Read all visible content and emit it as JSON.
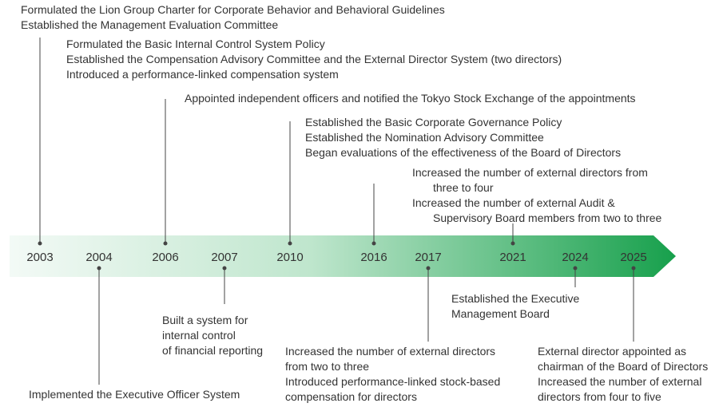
{
  "years": [
    "2003",
    "2004",
    "2006",
    "2007",
    "2010",
    "2016",
    "2017",
    "2021",
    "2024",
    "2025"
  ],
  "events": {
    "e2003": [
      "Formulated the Lion Group Charter for Corporate Behavior and Behavioral Guidelines",
      "Established the Management Evaluation Committee"
    ],
    "e2004": [
      "Implemented the Executive Officer System"
    ],
    "e2006": [
      "Formulated the Basic Internal Control System Policy",
      "Established the Compensation Advisory Committee and the External Director System (two directors)",
      "Introduced a performance-linked compensation system"
    ],
    "e2007": [
      "Built a system for",
      "internal control",
      "of financial reporting"
    ],
    "e2010": [
      "Appointed independent officers and notified the Tokyo Stock Exchange of the appointments"
    ],
    "e2016": [
      "Established the Basic Corporate Governance Policy",
      "Established the Nomination Advisory Committee",
      "Began evaluations of the effectiveness of the Board of Directors"
    ],
    "e2017": [
      "Increased the number of external directors",
      "from two to three",
      "Introduced performance-linked stock-based",
      "compensation for directors"
    ],
    "e2021": [
      "Increased the number of external directors from",
      "three to four",
      "Increased the number of external Audit &",
      "Supervisory Board members from two to three"
    ],
    "e2024": [
      "Established the Executive",
      "Management Board"
    ],
    "e2025": [
      "External director appointed as",
      "chairman of the Board of Directors",
      "Increased the number of external",
      "directors from four to five"
    ]
  },
  "colors": {
    "arrow_start": "#f2faf5",
    "arrow_end": "#1aa24f",
    "text": "#333333",
    "line": "#444444"
  }
}
